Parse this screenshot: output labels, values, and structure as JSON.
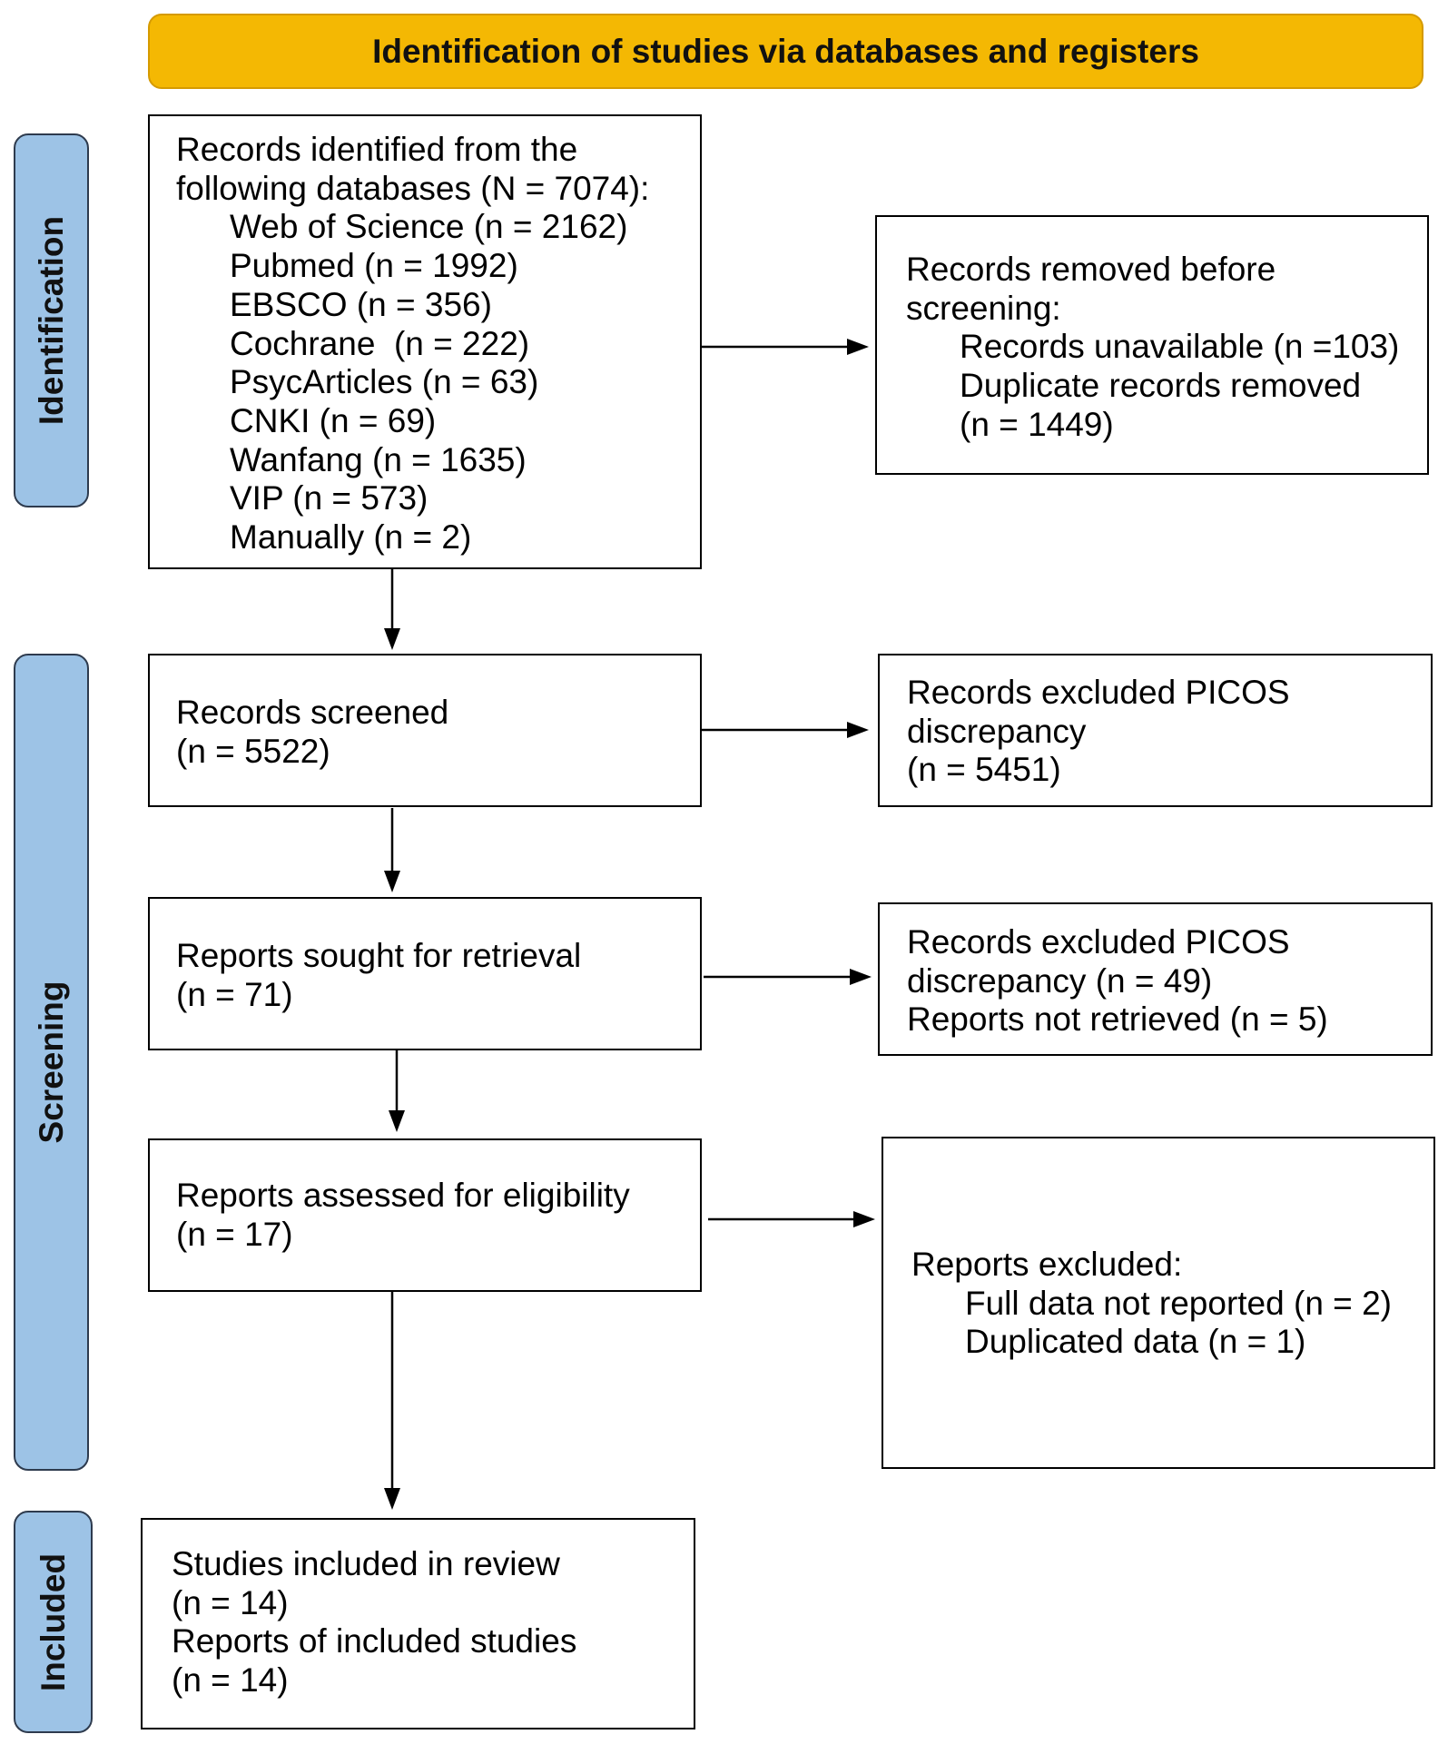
{
  "colors": {
    "header_fill": "#f4b803",
    "phase_fill": "#9dc3e6"
  },
  "header": {
    "title": "Identification of studies via databases and registers"
  },
  "phases": {
    "identification": "Identification",
    "screening": "Screening",
    "included": "Included"
  },
  "boxes": {
    "records_identified": {
      "lines": [
        "Records identified from the",
        "following databases (N = 7074):"
      ],
      "items": [
        "Web of Science (n = 2162)",
        "Pubmed (n = 1992)",
        "EBSCO (n = 356)",
        "Cochrane  (n = 222)",
        "PsycArticles (n = 63)",
        "CNKI (n = 69)",
        "Wanfang (n = 1635)",
        "VIP (n = 573)",
        "Manually (n = 2)"
      ]
    },
    "records_removed": {
      "lines": [
        "Records removed before",
        "screening:"
      ],
      "items": [
        "Records unavailable (n =103)",
        "Duplicate records removed",
        "(n = 1449)"
      ]
    },
    "records_screened": {
      "lines": [
        "Records screened",
        "(n = 5522)"
      ]
    },
    "records_excluded": {
      "lines": [
        "Records excluded PICOS",
        "discrepancy",
        "(n = 5451)"
      ]
    },
    "reports_sought": {
      "lines": [
        "Reports sought for retrieval",
        "(n = 71)"
      ]
    },
    "reports_not_retrieved": {
      "lines": [
        "Records excluded PICOS",
        "discrepancy (n = 49)",
        "Reports not retrieved (n = 5)"
      ]
    },
    "reports_assessed": {
      "lines": [
        "Reports assessed for eligibility",
        "(n = 17)"
      ]
    },
    "reports_excluded": {
      "lines": [
        "Reports excluded:"
      ],
      "items": [
        "Full data not reported (n = 2)",
        "Duplicated data (n = 1)"
      ]
    },
    "studies_included": {
      "lines": [
        "Studies included in review",
        "(n = 14)",
        "Reports of included studies",
        "(n = 14)"
      ]
    }
  }
}
